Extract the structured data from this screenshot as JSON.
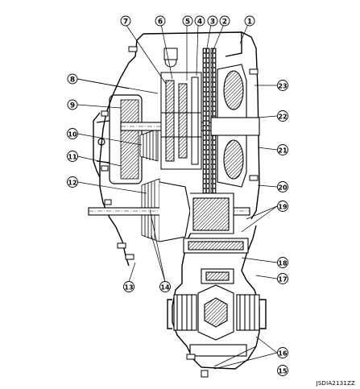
{
  "figure": {
    "reference_code": "JSDIA2131ZZ",
    "callouts": [
      "1",
      "2",
      "3",
      "4",
      "5",
      "6",
      "7",
      "8",
      "9",
      "10",
      "11",
      "12",
      "13",
      "14",
      "15",
      "16",
      "17",
      "18",
      "19",
      "20",
      "21",
      "22",
      "23"
    ]
  },
  "colors": {
    "ink": "#000000",
    "paper": "#ffffff",
    "shade": "#d0d0d0"
  }
}
